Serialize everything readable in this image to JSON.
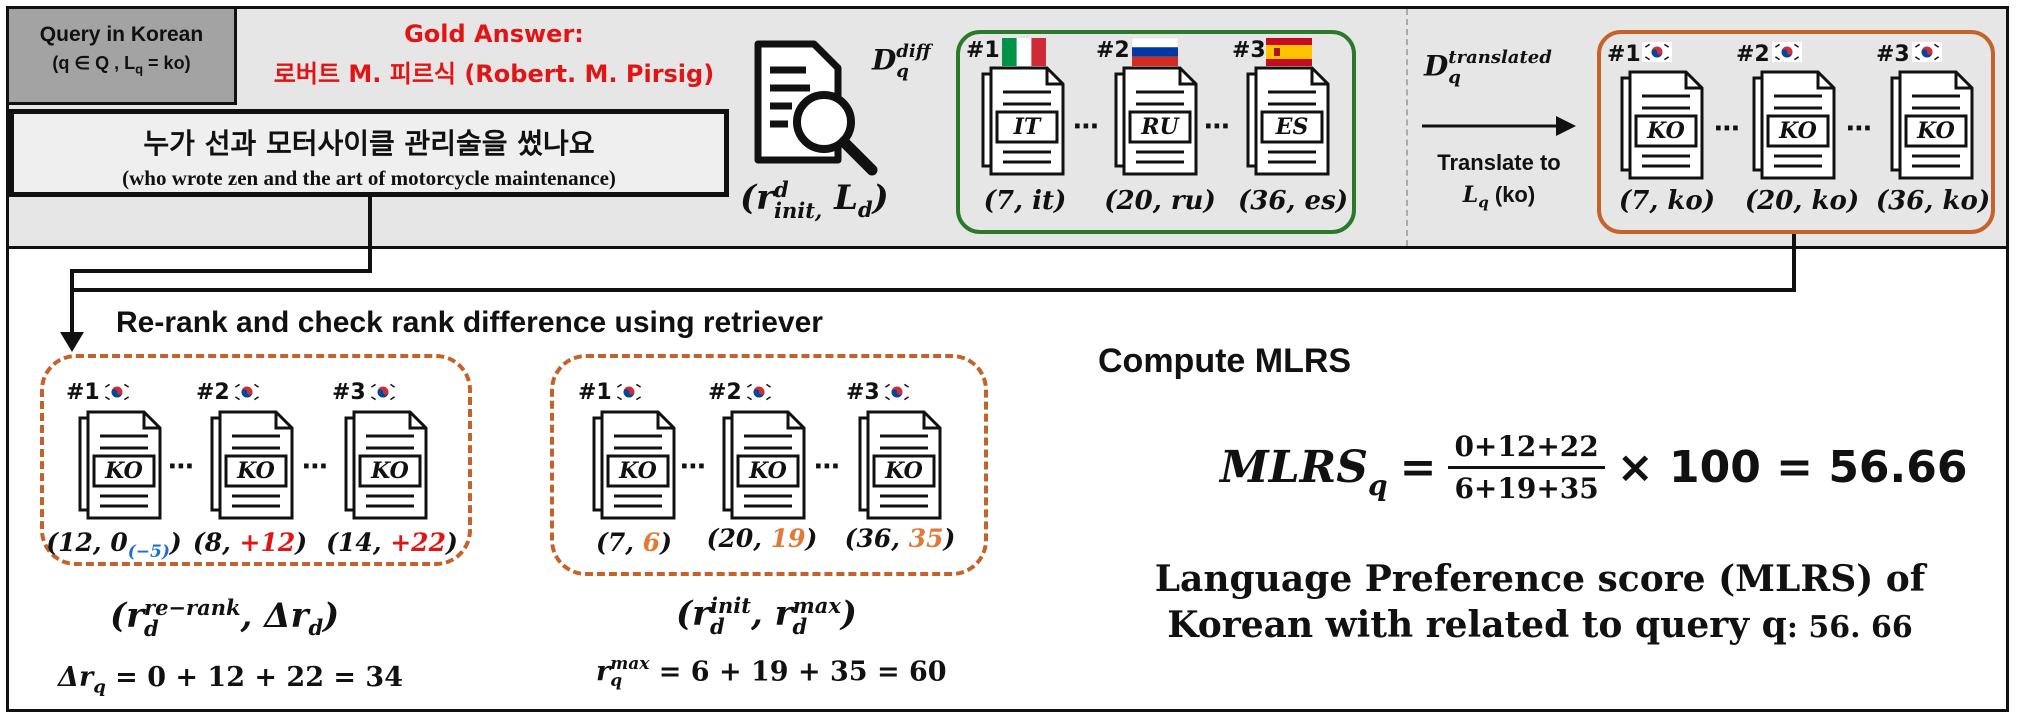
{
  "query": {
    "title": "Query in Korean",
    "subtitle": "(q ∈ Q , L",
    "sub_q": "q",
    "sub_eq": " = ko)",
    "korean": "누가 선과 모터사이클 관리술을 썼나요",
    "english": "(who wrote zen and the art of motorcycle maintenance)"
  },
  "gold": {
    "label": "Gold Answer:",
    "value": "로버트 M. 피르식  (Robert. M. Pirsig)"
  },
  "retrieved": {
    "symbol": "D",
    "sub": "q",
    "sup": "diff",
    "pair_label": "(r",
    "pair_sup": "d",
    "pair_sub": "init,",
    "pair_ld": " L",
    "pair_ld_sub": "d",
    "pair_close": ")",
    "docs": [
      {
        "rank": "#1",
        "lang": "IT",
        "caption": "(7, it)"
      },
      {
        "rank": "#2",
        "lang": "RU",
        "caption": "(20, ru)"
      },
      {
        "rank": "#3",
        "lang": "ES",
        "caption": "(36, es)"
      }
    ]
  },
  "translated": {
    "symbol": "D",
    "sub": "q",
    "sup": "translated",
    "arrow_label_1": "Translate to",
    "arrow_label_2": "L",
    "arrow_label_sub": "q",
    "arrow_label_3": " (ko)",
    "docs": [
      {
        "rank": "#1",
        "lang": "KO",
        "caption": "(7, ko)"
      },
      {
        "rank": "#2",
        "lang": "KO",
        "caption": "(20, ko)"
      },
      {
        "rank": "#3",
        "lang": "KO",
        "caption": "(36, ko)"
      }
    ]
  },
  "rerank": {
    "heading": "Re-rank and check rank difference using retriever",
    "docs": [
      {
        "rank": "#1",
        "lang": "KO",
        "a": "12",
        "b": "0",
        "extra": "(−5)"
      },
      {
        "rank": "#2",
        "lang": "KO",
        "a": "8",
        "b": "+12",
        "extra": ""
      },
      {
        "rank": "#3",
        "lang": "KO",
        "a": "14",
        "b": "+22",
        "extra": ""
      }
    ],
    "pair_open": "(r",
    "pair_sup": "re−rank",
    "pair_sub": "d",
    "pair_delta": ",  Δr",
    "pair_delta_sub": "d",
    "pair_close": ")",
    "sum_lhs": "Δr",
    "sum_lhs_sub": "q",
    "sum_rhs": " = 0 + 12 + 22 = 34"
  },
  "maxrank": {
    "docs": [
      {
        "rank": "#1",
        "lang": "KO",
        "a": "7",
        "b": "6"
      },
      {
        "rank": "#2",
        "lang": "KO",
        "a": "20",
        "b": "19"
      },
      {
        "rank": "#3",
        "lang": "KO",
        "a": "36",
        "b": "35"
      }
    ],
    "pair_open": "(r",
    "pair_sup1": "init",
    "pair_sub1": "d",
    "pair_mid": ",  r",
    "pair_sup2": "max",
    "pair_sub2": "d",
    "pair_close": ")",
    "sum_lhs": "r",
    "sum_lhs_sup": "max",
    "sum_lhs_sub": "q",
    "sum_rhs": " = 6 + 19 + 35 = 60"
  },
  "mlrs": {
    "heading": "Compute MLRS",
    "lhs": "MLRS",
    "lhs_sub": "q",
    "numerator": "0+12+22",
    "denominator": "6+19+35",
    "rhs": "× 100 = 56.66",
    "desc_1": "Language Preference score (MLRS) of",
    "desc_2": "Korean with related to query q",
    "desc_value": ": 56. 66"
  },
  "colors": {
    "green_box": "#2a7a2a",
    "orange_box": "#c4622a",
    "red_text": "#e01616",
    "blue_text": "#1f6fcf",
    "orange_text": "#e07a36"
  }
}
